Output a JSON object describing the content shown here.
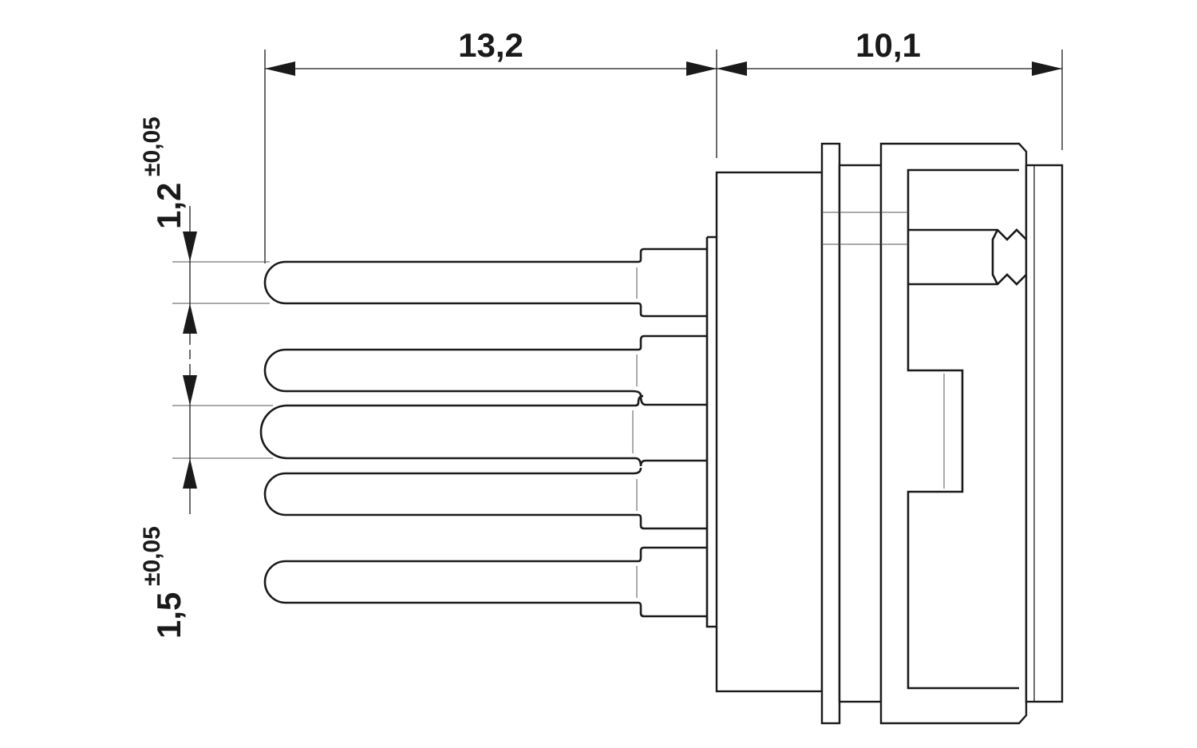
{
  "dimensions": {
    "pin_length": "13,2",
    "body_length": "10,1",
    "pin_diameter": {
      "nominal": "1,2",
      "tolerance": "±0,05"
    },
    "pin_pitch": {
      "nominal": "1,5",
      "tolerance": "±0,05"
    }
  }
}
